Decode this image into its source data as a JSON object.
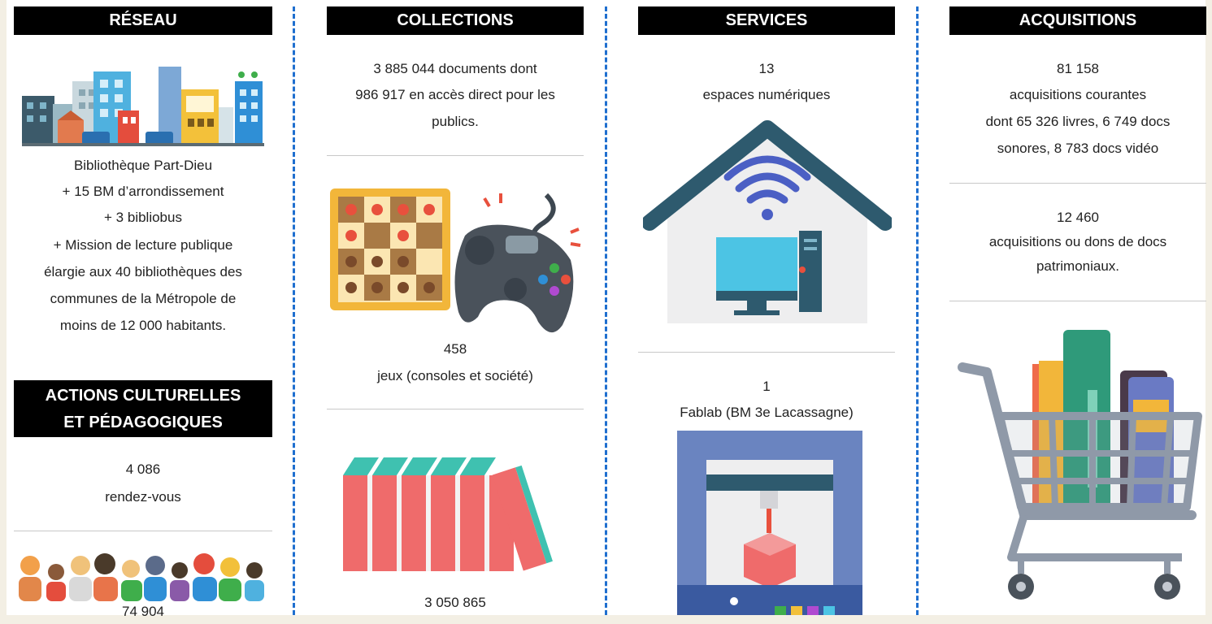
{
  "columns": {
    "reseau": {
      "title": "RÉSEAU",
      "lines": [
        "Bibliothèque Part-Dieu",
        "+ 15 BM d’arrondissement",
        "+ 3 bibliobus",
        "+ Mission de lecture publique",
        "élargie aux 40 bibliothèques des",
        "communes de la Métropole de",
        "moins de 12 000 habitants."
      ],
      "actions": {
        "title_line1": "ACTIONS CULTURELLES",
        "title_line2": "ET PÉDAGOGIQUES",
        "count": "4 086",
        "label": "rendez-vous",
        "visitors": "74 904"
      }
    },
    "collections": {
      "title": "COLLECTIONS",
      "intro": [
        "3 885 044 documents dont",
        "986 917 en accès direct pour les",
        "publics."
      ],
      "games_count": "458",
      "games_label": "jeux (consoles et société)",
      "books_count": "3 050 865"
    },
    "services": {
      "title": "SERVICES",
      "digital_count": "13",
      "digital_label": "espaces numériques",
      "fablab_count": "1",
      "fablab_label": "Fablab (BM 3e Lacassagne)"
    },
    "acquisitions": {
      "title": "ACQUISITIONS",
      "current_count": "81 158",
      "current_lines": [
        "acquisitions courantes",
        "dont 65 326 livres, 6 749 docs",
        "sonores, 8 783 docs vidéo"
      ],
      "heritage_count": "12 460",
      "heritage_lines": [
        "acquisitions ou dons de docs",
        "patrimoniaux."
      ]
    }
  },
  "icons": {
    "city": "city-skyline-icon",
    "people": "people-crowd-icon",
    "games": "board-game-and-controller-icon",
    "books": "books-row-icon",
    "house": "house-wifi-computer-icon",
    "printer": "3d-printer-icon",
    "cart": "shopping-cart-books-icon"
  },
  "colors": {
    "header_bg": "#000000",
    "divider": "#1f6fcf",
    "background": "#f3efe4"
  }
}
